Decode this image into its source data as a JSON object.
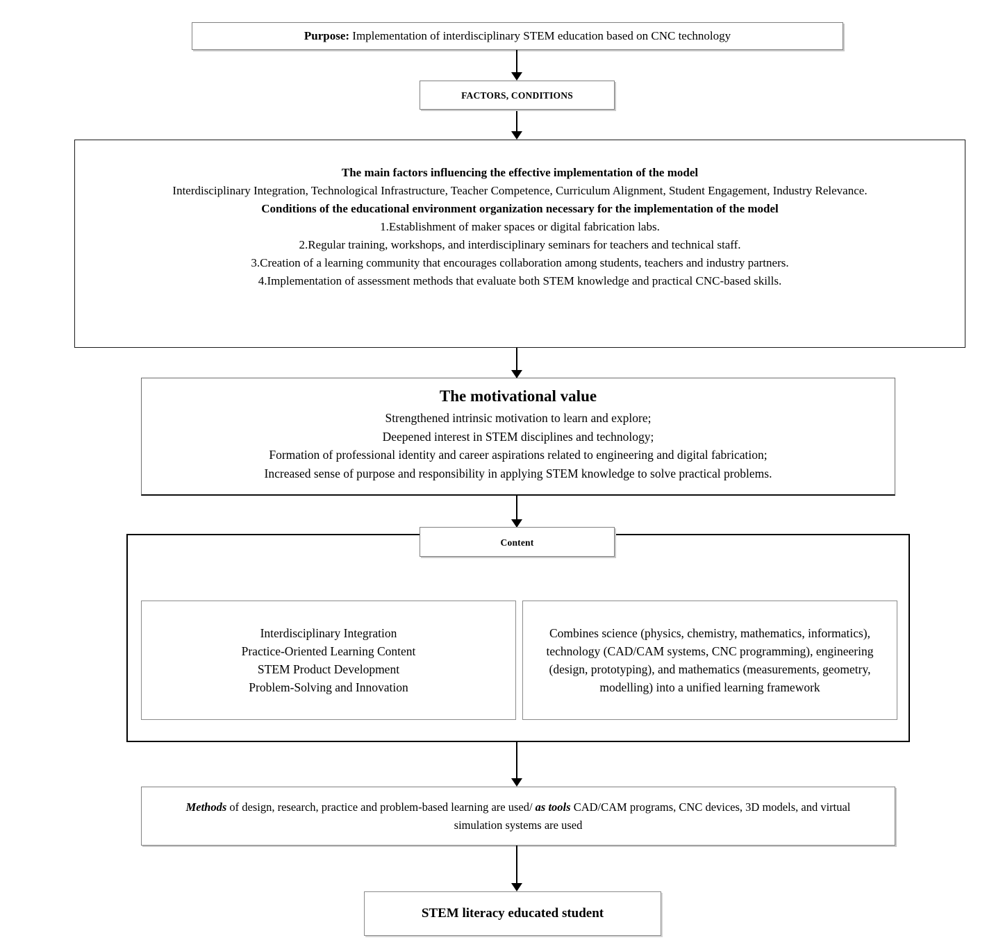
{
  "diagram": {
    "purpose": {
      "label_bold": "Purpose:",
      "label_rest": " Implementation of interdisciplinary STEM education based on CNC technology"
    },
    "factors_conditions_label": "FACTORS, CONDITIONS",
    "factors_box": {
      "heading_factors": "The main factors influencing the effective implementation of the model",
      "factors_text": "Interdisciplinary Integration, Technological Infrastructure, Teacher Competence, Curriculum Alignment, Student Engagement, Industry Relevance.",
      "heading_conditions": "Conditions of the educational environment organization necessary for the implementation of the model",
      "conditions": [
        "1.Establishment of maker spaces or digital fabrication labs.",
        "2.Regular training, workshops, and interdisciplinary seminars for teachers and technical staff.",
        "3.Creation of a learning community that encourages collaboration among students, teachers and industry partners.",
        "4.Implementation of assessment methods that evaluate both STEM knowledge and practical CNC-based skills."
      ]
    },
    "motivational": {
      "title": "The motivational value",
      "items": [
        "Strengthened intrinsic motivation to learn and explore;",
        "Deepened interest in STEM disciplines and technology;",
        "Formation of professional identity and career aspirations related to engineering and digital fabrication;",
        "Increased sense of purpose and responsibility in applying STEM knowledge to solve practical problems."
      ]
    },
    "content": {
      "label": "Content",
      "left_items": [
        "Interdisciplinary Integration",
        "Practice-Oriented Learning Content",
        "STEM Product Development",
        "Problem-Solving and Innovation"
      ],
      "right_text": "Combines science (physics, chemistry, mathematics, informatics), technology (CAD/CAM systems, CNC programming), engineering (design, prototyping), and mathematics (measurements, geometry, modelling) into a unified learning framework"
    },
    "methods": {
      "bold1": "Methods",
      "text1": " of design, research, practice and problem-based learning are used/ ",
      "bold2": "as tools",
      "text2": " CAD/CAM programs, CNC devices, 3D models, and virtual simulation systems are used"
    },
    "outcome_label": "STEM literacy educated student",
    "colors": {
      "background": "#ffffff",
      "text": "#000000",
      "border_gray": "#808080",
      "border_dark": "#1a1a1a"
    }
  }
}
